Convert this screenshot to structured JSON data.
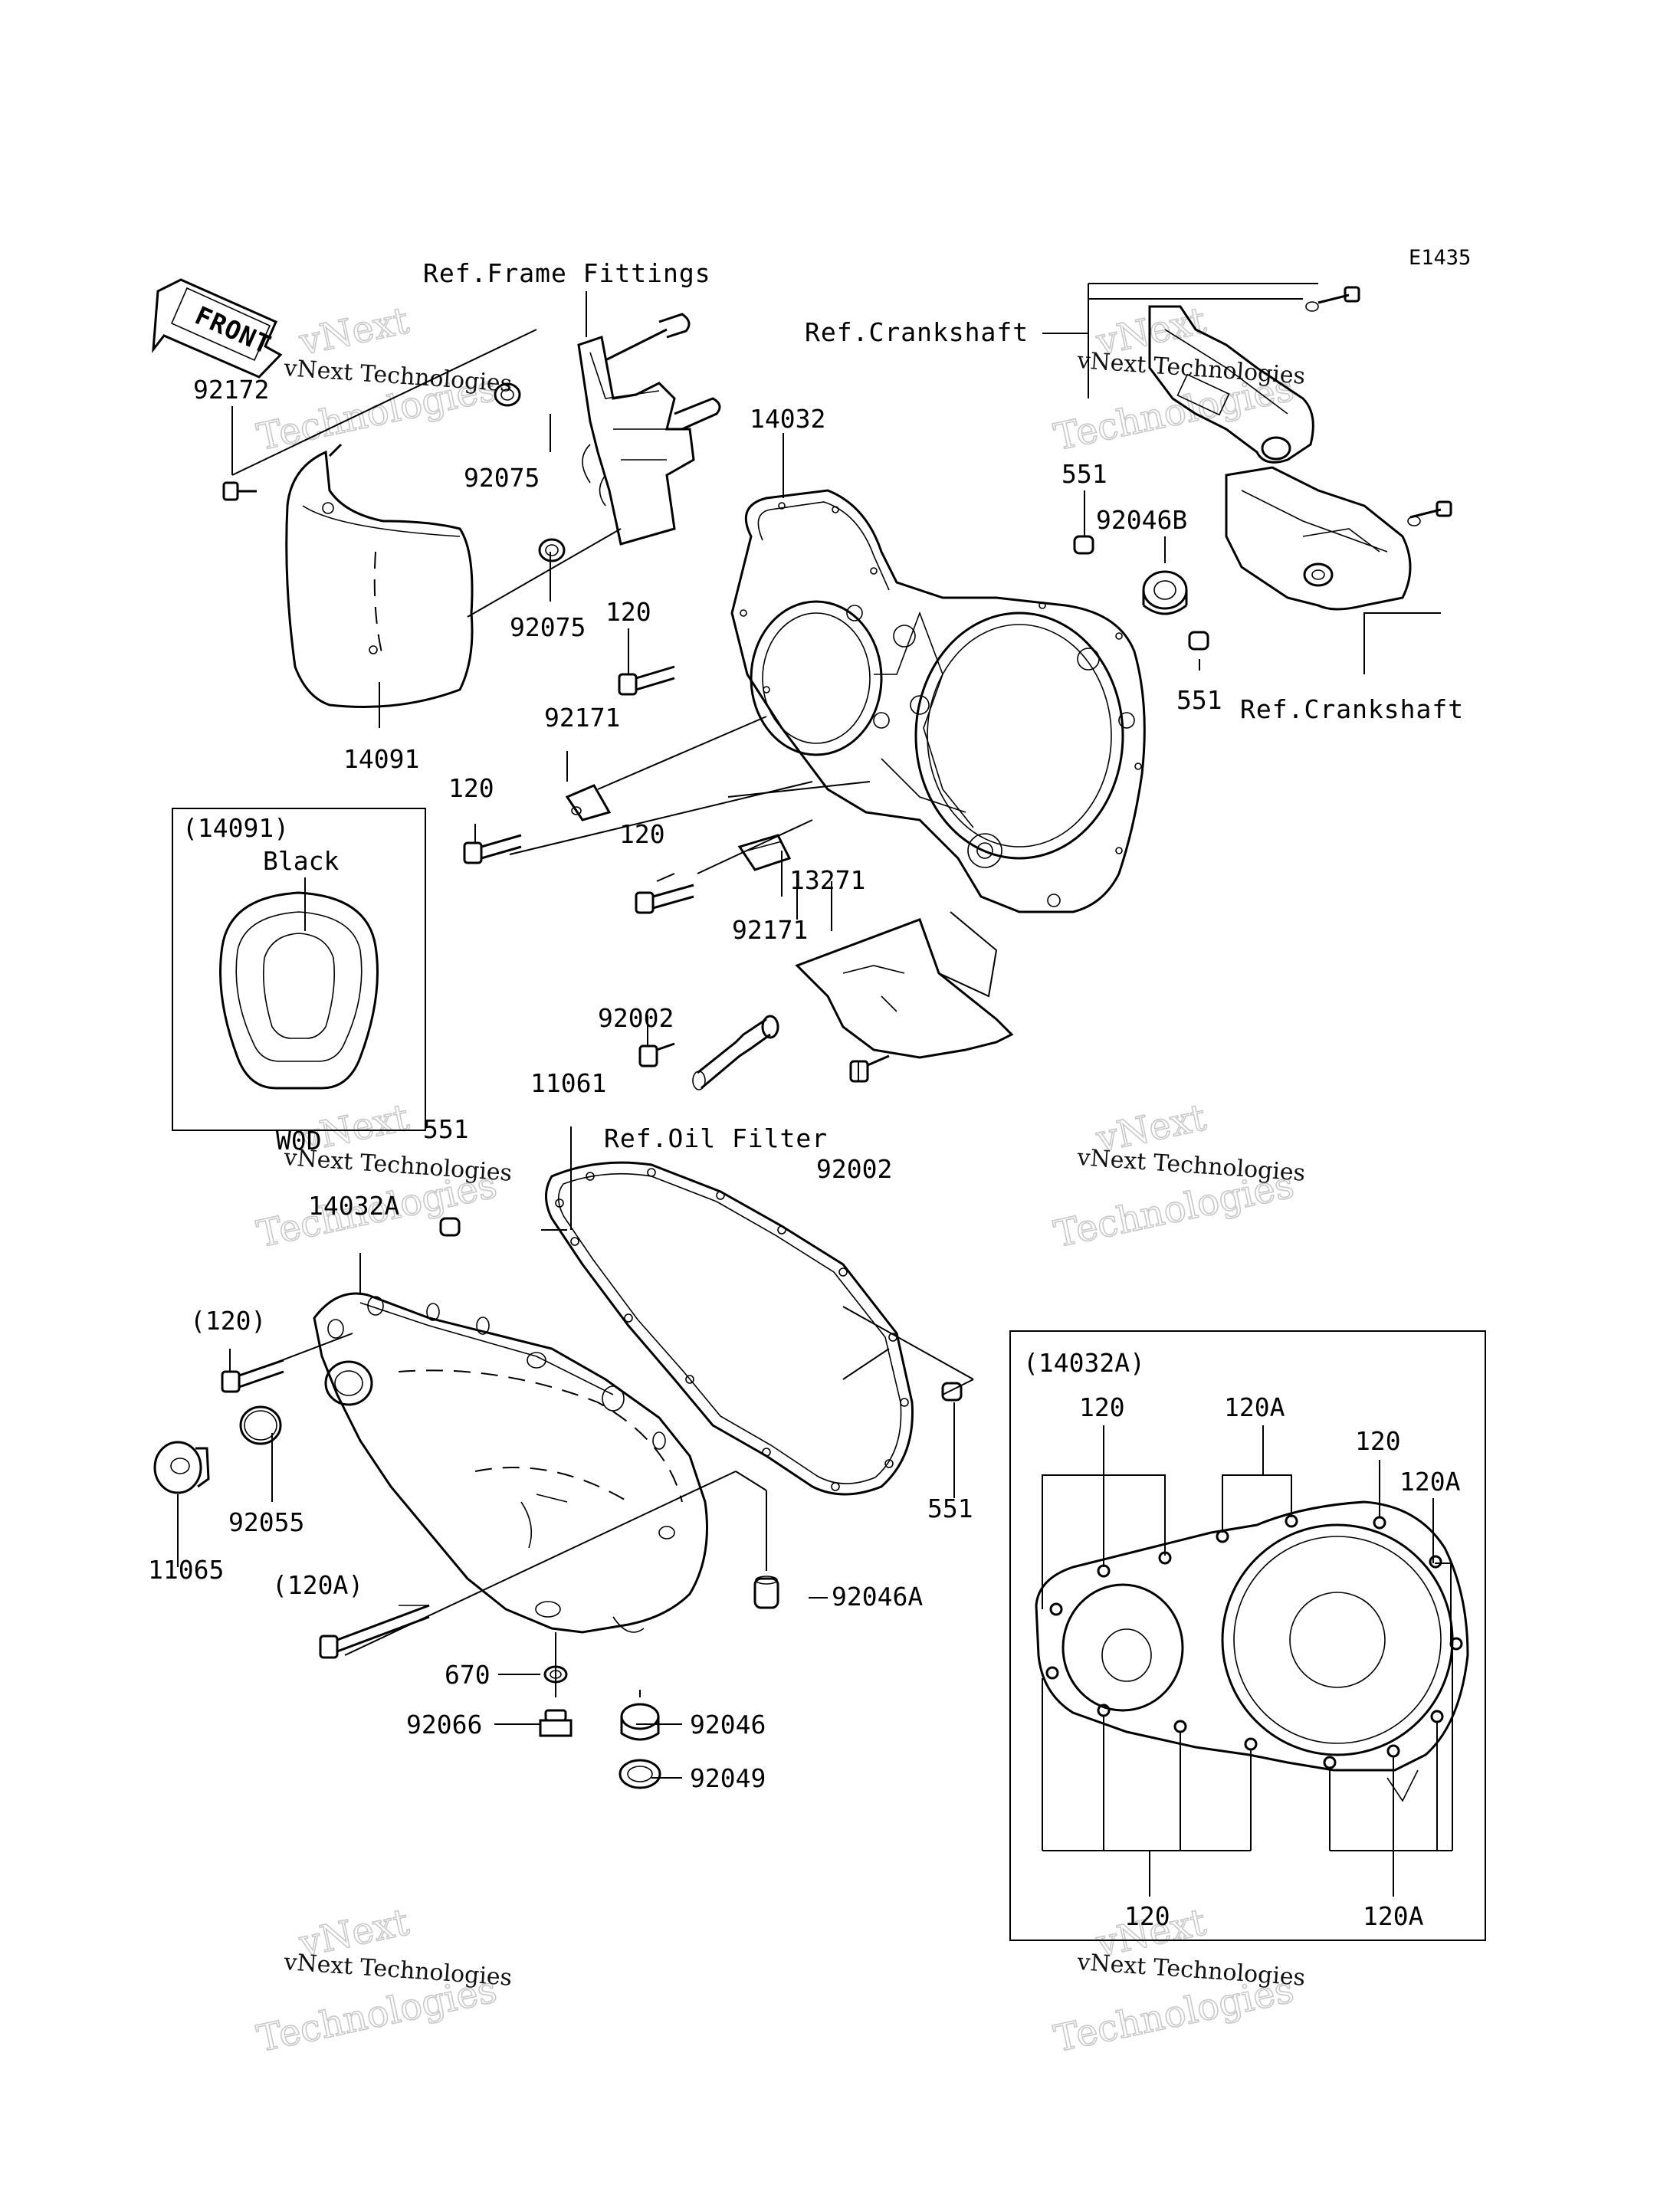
{
  "diagram_code": "E1435",
  "front_label": "FRONT",
  "refs": {
    "frame_fittings": "Ref.Frame Fittings",
    "crankshaft_top": "Ref.Crankshaft",
    "crankshaft_right": "Ref.Crankshaft",
    "oil_filter": "Ref.Oil Filter"
  },
  "parts": {
    "p92172": "92172",
    "p92075_a": "92075",
    "p92075_b": "92075",
    "p14091": "14091",
    "p14032": "14032",
    "p551_a": "551",
    "p92046B": "92046B",
    "p551_b": "551",
    "p120_a": "120",
    "p92171_a": "92171",
    "p120_b": "120",
    "p120_c": "120",
    "p92171_b": "92171",
    "p13271": "13271",
    "p92002_a": "92002",
    "p92002_b": "92002",
    "p11061": "11061",
    "p551_c": "551",
    "p14032A": "14032A",
    "p120_paren": "(120)",
    "p92055": "92055",
    "p11065": "11065",
    "p120A_paren": "(120A)",
    "p670": "670",
    "p92066": "92066",
    "p92046": "92046",
    "p92049": "92049",
    "p92046A": "92046A",
    "p551_d": "551"
  },
  "inset_cover": {
    "title": "(14091)",
    "color": "Black",
    "code": "W0D"
  },
  "inset_bolts": {
    "title": "(14032A)",
    "l120_top_left": "120",
    "l120A_top": "120A",
    "l120_top_right": "120",
    "l120A_right": "120A",
    "l120_bottom": "120",
    "l120A_bottom": "120A"
  },
  "watermark": {
    "small": "vNext Technologies",
    "large": "Technologies",
    "top": "vNext"
  }
}
